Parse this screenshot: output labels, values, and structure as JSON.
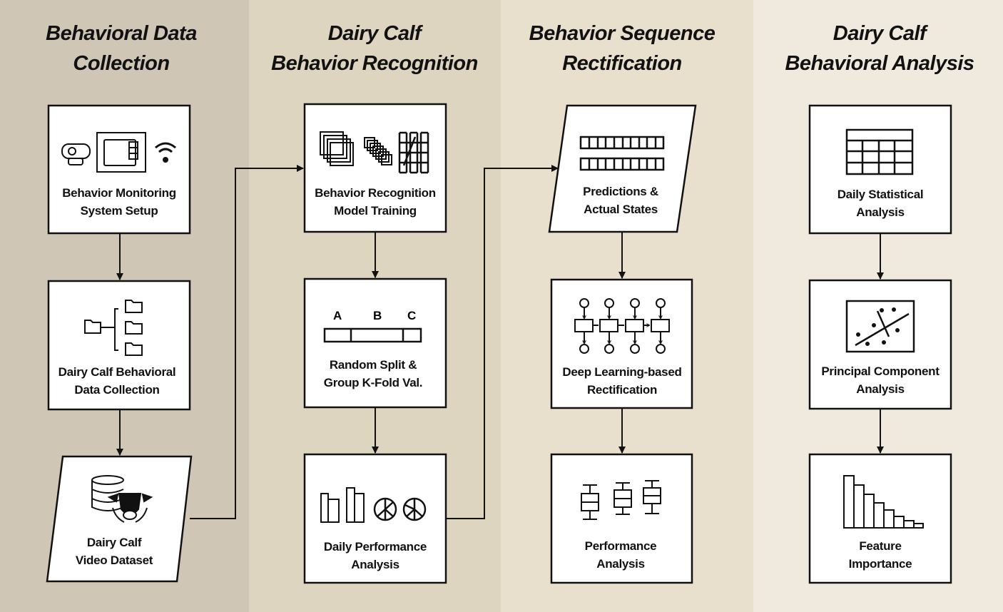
{
  "colors": {
    "col1": "#cfc6b6",
    "col2": "#ded5c0",
    "col3": "#e8e0cd",
    "col4": "#efeadd"
  },
  "columns": [
    {
      "title_line1": "Behavioral Data",
      "title_line2": "Collection",
      "steps": [
        {
          "l1": "Behavior Monitoring",
          "l2": "System Setup"
        },
        {
          "l1": "Dairy Calf Behavioral",
          "l2": "Data Collection"
        },
        {
          "l1": "Dairy Calf",
          "l2": "Video Dataset"
        }
      ]
    },
    {
      "title_line1": "Dairy Calf",
      "title_line2": "Behavior Recognition",
      "steps": [
        {
          "l1": "Behavior Recognition",
          "l2": "Model Training"
        },
        {
          "l1": "Random Split &",
          "l2": "Group K-Fold Val."
        },
        {
          "l1": "Daily Performance",
          "l2": "Analysis"
        }
      ],
      "split_labels": [
        "A",
        "B",
        "C"
      ]
    },
    {
      "title_line1": "Behavior Sequence",
      "title_line2": "Rectification",
      "steps": [
        {
          "l1": "Predictions &",
          "l2": "Actual States"
        },
        {
          "l1": "Deep Learning-based",
          "l2": "Rectification"
        },
        {
          "l1": "Performance",
          "l2": "Analysis"
        }
      ]
    },
    {
      "title_line1": "Dairy Calf",
      "title_line2": "Behavioral Analysis",
      "steps": [
        {
          "l1": "Daily Statistical",
          "l2": "Analysis"
        },
        {
          "l1": "Principal Component",
          "l2": "Analysis"
        },
        {
          "l1": "Feature",
          "l2": "Importance"
        }
      ]
    }
  ]
}
